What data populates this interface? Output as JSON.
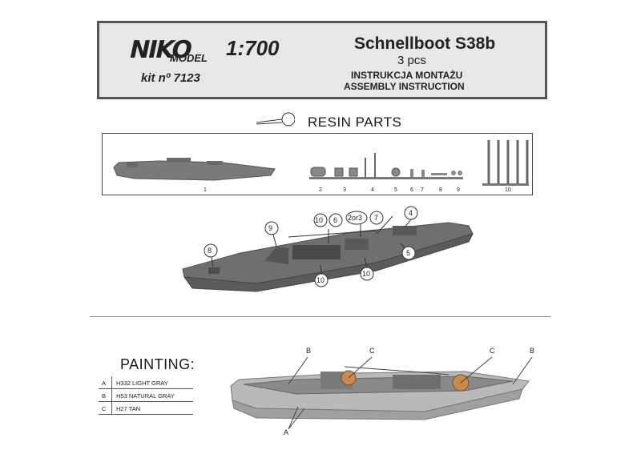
{
  "header": {
    "logo_word": "NIKO",
    "logo_sub": "MODEL",
    "scale": "1:700",
    "kit_number": "kit nº 7123",
    "title": "Schnellboot S38b",
    "pcs": "3 pcs",
    "instruction_pl": "INSTRUKCJA MONTAŻU",
    "instruction_en": "ASSEMBLY INSTRUCTION"
  },
  "resin": {
    "label": "RESIN PARTS",
    "part_numbers": [
      "1",
      "2",
      "3",
      "4",
      "5",
      "6",
      "7",
      "8",
      "9",
      "10"
    ]
  },
  "assembly": {
    "callouts": [
      "4",
      "8",
      "9",
      "10",
      "6",
      "2or3",
      "7",
      "5",
      "10",
      "10"
    ]
  },
  "painting": {
    "title": "PAINTING:",
    "colors": [
      {
        "code": "A",
        "name": "H332 LIGHT GRAY",
        "hex": "#b9b9b9"
      },
      {
        "code": "B",
        "name": "H53 NATURAL GRAY",
        "hex": "#8a8a8a"
      },
      {
        "code": "C",
        "name": "H27 TAN",
        "hex": "#c98a4f"
      }
    ],
    "callouts": [
      "B",
      "C",
      "C",
      "B",
      "A"
    ]
  }
}
